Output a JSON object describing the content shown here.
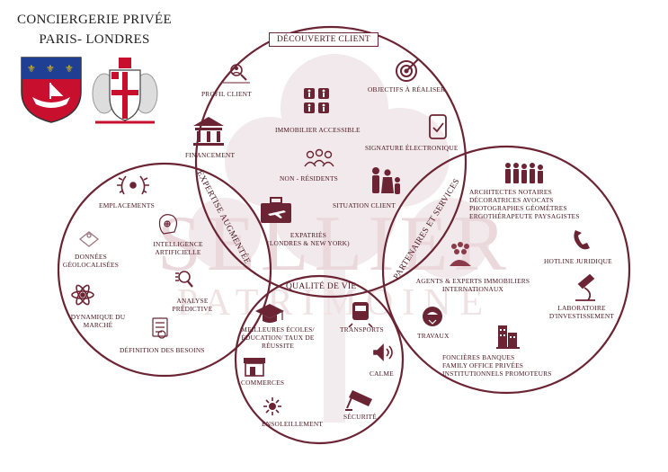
{
  "header": {
    "line1": "CONCIERGERIE PRIVÉE",
    "line2": "PARIS- LONDRES",
    "paris_crest_icon": "paris-coat-of-arms",
    "london_crest_icon": "london-coat-of-arms"
  },
  "watermark": {
    "line1": "SELLIER",
    "line2": "PATRIMOINE"
  },
  "colors": {
    "accent": "#6b2433",
    "watermark": "#ead8dc"
  },
  "circles": {
    "top": {
      "title": "DÉCOUVERTE CLIENT",
      "items": {
        "profil": "PROFIL CLIENT",
        "immobilier": "IMMOBILIER ACCESSIBLE",
        "objectifs": "OBJECTIFS À RÉALISER",
        "financement": "FINANCEMENT",
        "signature": "SIGNATURE ÉLECTRONIQUE",
        "non_residents": "NON - RÉSIDENTS",
        "situation": "SITUATION CLIENT",
        "expatries_1": "EXPATRIÉS",
        "expatries_2": "(LONDRES & NEW YORK)"
      }
    },
    "left": {
      "title": "EXPERTISE AUGMENTÉE",
      "items": {
        "emplacements": "EMPLACEMENTS",
        "donnees_1": "DONNÉES",
        "donnees_2": "GÉOLOCALISÉES",
        "intelligence_1": "INTELLIGENCE",
        "intelligence_2": "ARTIFICIELLE",
        "analyse_1": "ANALYSE",
        "analyse_2": "PRÉDICTIVE",
        "dynamique_1": "DYNAMIQUE DU",
        "dynamique_2": "MARCHÉ",
        "definition": "DÉFINITION DES BESOINS"
      }
    },
    "right": {
      "title": "PARTENAIRES ET SERVICES",
      "items": {
        "architectes_1": "ARCHITECTES  NOTAIRES",
        "architectes_2": "DÉCORATRICES  AVOCATS",
        "architectes_3": "PHOTOGRAPHES  GÉOMÈTRES",
        "architectes_4": "ERGOTHÉRAPEUTE  PAYSAGISTES",
        "hotline": "HOTLINE JURIDIQUE",
        "agents_1": "AGENTS & EXPERTS IMMOBILIERS",
        "agents_2": "INTERNATIONAUX",
        "laboratoire_1": "LABORATOIRE",
        "laboratoire_2": "D'INVESTISSEMENT",
        "travaux": "TRAVAUX",
        "foncieres_1": "FONCIÈRES  BANQUES",
        "foncieres_2": "FAMILY OFFICE  PRIVÉES",
        "foncieres_3": "INSTITUTIONNELS  PROMOTEURS"
      }
    },
    "bottom": {
      "title": "QUALITÉ DE VIE",
      "items": {
        "ecoles_1": "MEILLEURES ÉCOLES/",
        "ecoles_2": "ÉDUCATION/ TAUX DE",
        "ecoles_3": "RÉUSSITE",
        "transports": "TRANSPORTS",
        "calme": "CALME",
        "commerces": "COMMERCES",
        "securite": "SÉCURITÉ",
        "ensoleillement": "ENSOLEILLEMENT"
      }
    }
  }
}
